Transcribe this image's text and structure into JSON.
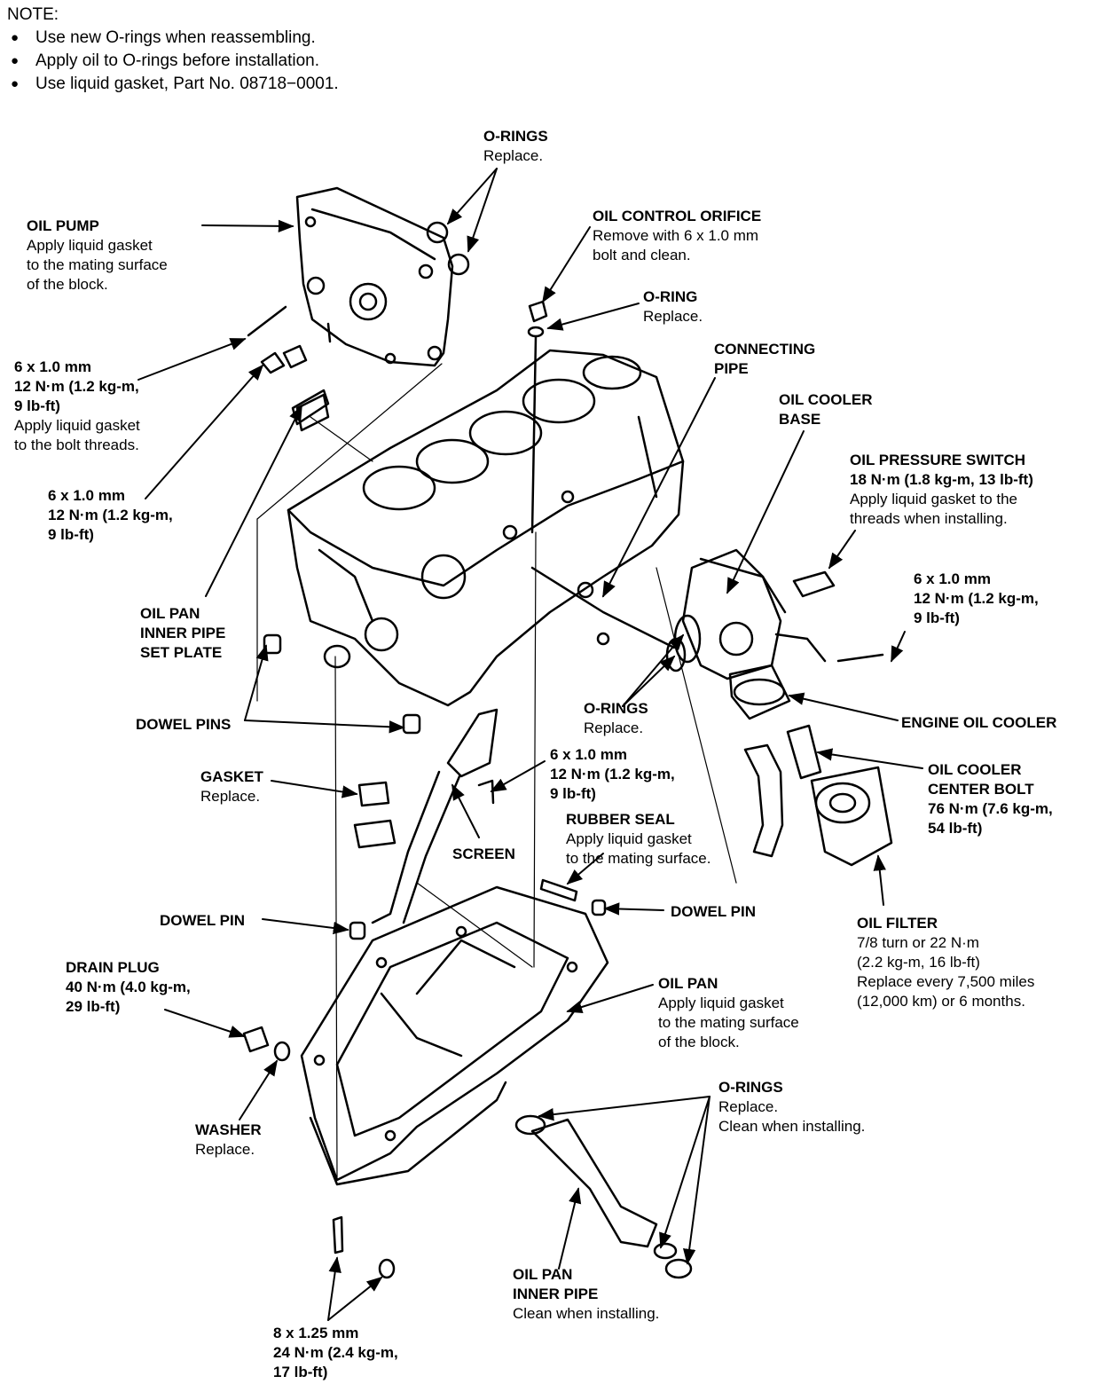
{
  "note": {
    "heading": "NOTE:",
    "items": [
      "Use new O-rings when reassembling.",
      "Apply oil to O-rings before installation.",
      "Use liquid gasket, Part No. 08718−0001."
    ]
  },
  "callouts": {
    "o_rings_top": {
      "name": "O-RINGS",
      "lines": [
        "Replace."
      ]
    },
    "oil_pump": {
      "name": "OIL PUMP",
      "lines": [
        "Apply liquid gasket",
        "to the mating surface",
        "of the block."
      ]
    },
    "oil_control_orifice": {
      "name": "OIL CONTROL ORIFICE",
      "lines": [
        "Remove with 6 x 1.0 mm",
        "bolt and clean."
      ]
    },
    "o_ring_orifice": {
      "name": "O-RING",
      "lines": [
        "Replace."
      ]
    },
    "connecting_pipe": {
      "name": "CONNECTING PIPE",
      "lines": []
    },
    "oil_cooler_base": {
      "name": "OIL COOLER BASE",
      "lines": []
    },
    "bolt_pump": {
      "name": "6 x 1.0 mm",
      "lines": [
        "12 N·m (1.2 kg-m,",
        "9 lb-ft)",
        "Apply liquid gasket",
        "to the bolt threads."
      ]
    },
    "oil_pressure_switch": {
      "name": "OIL PRESSURE SWITCH",
      "lines": [
        "18 N·m (1.8 kg-m, 13 lb-ft)",
        "Apply liquid gasket to the",
        "threads when installing."
      ]
    },
    "bolt_set_plate": {
      "name": "6 x 1.0 mm",
      "lines": [
        "12 N·m (1.2 kg-m,",
        "9 lb-ft)"
      ]
    },
    "bolt_cooler_base": {
      "name": "6 x 1.0 mm",
      "lines": [
        "12 N·m (1.2 kg-m,",
        "9 lb-ft)"
      ]
    },
    "set_plate": {
      "name": "OIL PAN INNER PIPE SET PLATE",
      "lines": []
    },
    "dowel_pins_block": {
      "name": "DOWEL PINS",
      "lines": []
    },
    "o_rings_base": {
      "name": "O-RINGS",
      "lines": [
        "Replace."
      ]
    },
    "engine_oil_cooler": {
      "name": "ENGINE OIL COOLER",
      "lines": []
    },
    "bolt_screen": {
      "name": "6 x 1.0 mm",
      "lines": [
        "12 N·m (1.2 kg-m,",
        "9 lb-ft)"
      ]
    },
    "cooler_center_bolt": {
      "name": "OIL COOLER CENTER BOLT",
      "lines": [
        "76 N·m (7.6 kg-m,",
        "54 lb-ft)"
      ]
    },
    "gasket": {
      "name": "GASKET",
      "lines": [
        "Replace."
      ]
    },
    "rubber_seal": {
      "name": "RUBBER SEAL",
      "lines": [
        "Apply liquid gasket",
        "to the mating surface."
      ]
    },
    "screen": {
      "name": "SCREEN",
      "lines": []
    },
    "dowel_pin_left": {
      "name": "DOWEL PIN",
      "lines": []
    },
    "dowel_pin_right": {
      "name": "DOWEL PIN",
      "lines": []
    },
    "oil_filter": {
      "name": "OIL FILTER",
      "lines": [
        "7/8 turn or 22 N·m",
        "(2.2 kg-m, 16 lb-ft)",
        "Replace every 7,500 miles",
        "(12,000 km) or 6 months."
      ]
    },
    "drain_plug": {
      "name": "DRAIN PLUG",
      "lines": [
        "40 N·m (4.0 kg-m,",
        "29 lb-ft)"
      ]
    },
    "oil_pan": {
      "name": "OIL PAN",
      "lines": [
        "Apply liquid gasket",
        "to the mating surface",
        "of the block."
      ]
    },
    "o_rings_pipe": {
      "name": "O-RINGS",
      "lines": [
        "Replace.",
        "Clean when installing."
      ]
    },
    "washer": {
      "name": "WASHER",
      "lines": [
        "Replace."
      ]
    },
    "oil_pan_inner_pipe": {
      "name": "OIL PAN INNER PIPE",
      "lines": [
        "Clean when installing."
      ]
    },
    "bolt_pan": {
      "name": "8 x 1.25 mm",
      "lines": [
        "24 N·m (2.4 kg-m,",
        "17 lb-ft)"
      ]
    }
  }
}
